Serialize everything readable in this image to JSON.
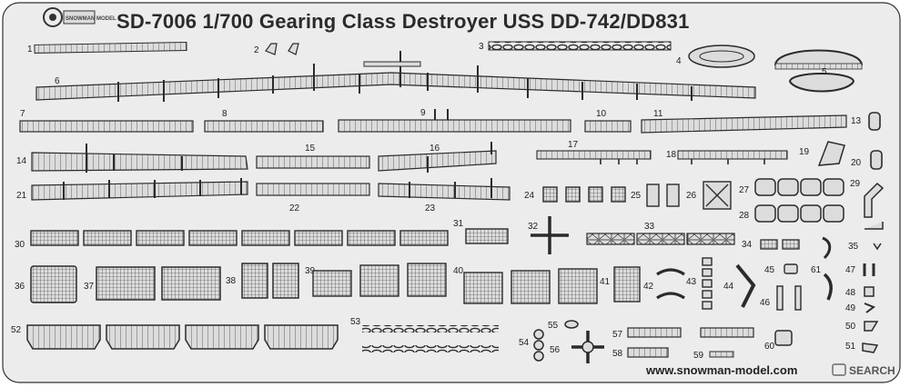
{
  "title": "SD-7006  1/700 Gearing Class Destroyer USS DD-742/DD831",
  "brand_logo": "SNOWMAN MODEL",
  "url": "www.snowman-model.com",
  "watermark": "SEARCH",
  "colors": {
    "sheet_bg": "#e9e9e9",
    "part_fill": "#dcdcdc",
    "outline": "#2b2b2b",
    "text": "#2b2b2b"
  },
  "part_numbers": [
    "1",
    "2",
    "3",
    "4",
    "5",
    "6",
    "7",
    "8",
    "9",
    "10",
    "11",
    "13",
    "14",
    "15",
    "16",
    "17",
    "18",
    "19",
    "20",
    "21",
    "22",
    "23",
    "24",
    "25",
    "26",
    "27",
    "28",
    "29",
    "30",
    "31",
    "32",
    "33",
    "34",
    "35",
    "36",
    "37",
    "38",
    "39",
    "40",
    "41",
    "42",
    "43",
    "44",
    "45",
    "46",
    "47",
    "48",
    "49",
    "50",
    "51",
    "52",
    "53",
    "54",
    "55",
    "56",
    "57",
    "58",
    "59",
    "60",
    "61"
  ]
}
